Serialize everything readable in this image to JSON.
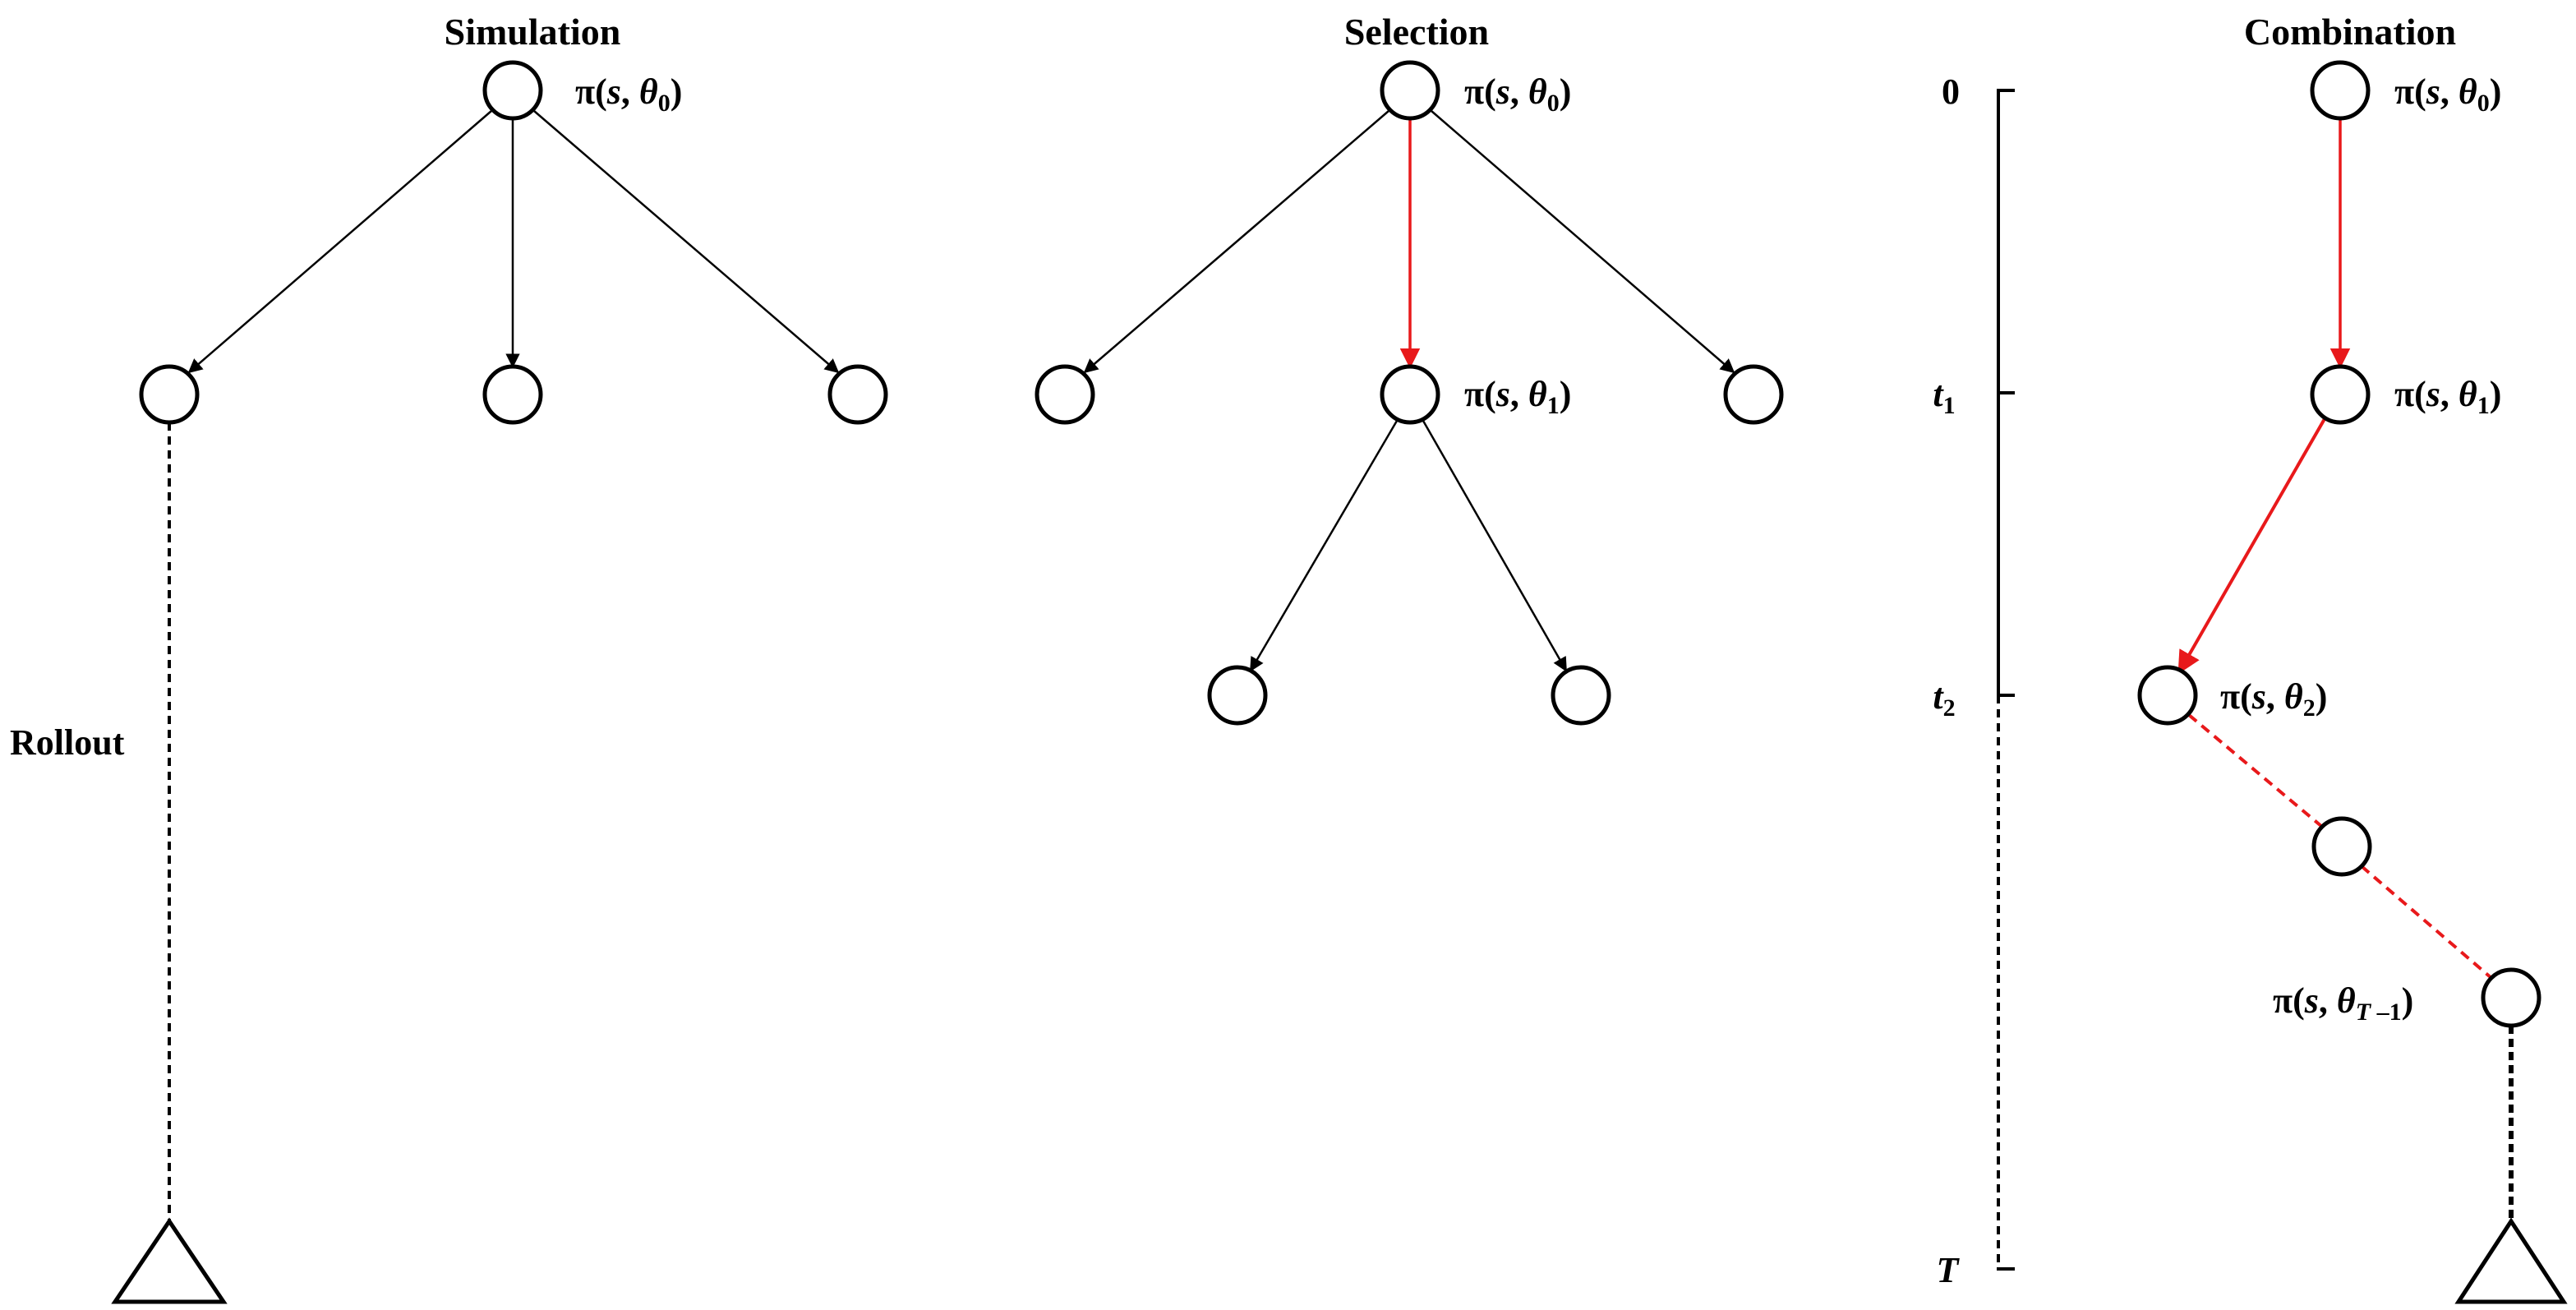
{
  "titles": {
    "simulation": "Simulation",
    "selection": "Selection",
    "combination": "Combination"
  },
  "rollout_label": "Rollout",
  "policy_labels": {
    "pi": "π",
    "args_open": "(",
    "s": "s",
    "comma": ", ",
    "theta": "θ",
    "close": ")",
    "sub_0": "0",
    "sub_1": "1",
    "sub_2": "2",
    "sub_T": "T",
    "sub_minus1": " –1"
  },
  "timeline": {
    "tick_0": "0",
    "tick_t": "t",
    "tick_t1_sub": "1",
    "tick_t2_sub": "2",
    "tick_T": "T"
  },
  "colors": {
    "edge": "#000000",
    "selected_edge": "#e8191b"
  }
}
